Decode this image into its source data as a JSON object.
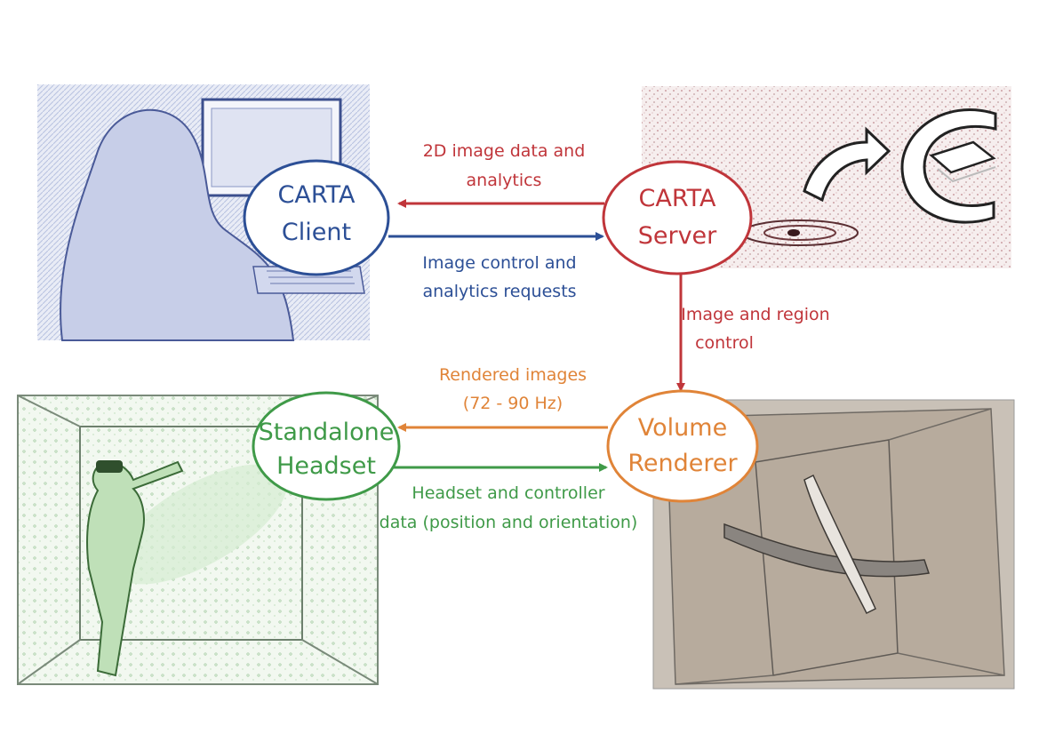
{
  "colors": {
    "client": "#2c4f96",
    "server": "#c0353a",
    "headset": "#3f9a48",
    "renderer": "#e08438"
  },
  "nodes": {
    "client": {
      "line1": "CARTA",
      "line2": "Client"
    },
    "server": {
      "line1": "CARTA",
      "line2": "Server"
    },
    "headset": {
      "line1": "Standalone",
      "line2": "Headset"
    },
    "renderer": {
      "line1": "Volume",
      "line2": "Renderer"
    }
  },
  "edges": {
    "server_to_client": {
      "line1": "2D image data and",
      "line2": "analytics"
    },
    "client_to_server": {
      "line1": "Image control and",
      "line2": "analytics requests"
    },
    "server_to_renderer": {
      "line1": "Image and region",
      "line2": "control"
    },
    "renderer_to_headset": {
      "line1": "Rendered images",
      "line2": "(72 - 90 Hz)"
    },
    "headset_to_renderer": {
      "line1": "Headset and controller",
      "line2": "data (position and orientation)"
    }
  },
  "images": {
    "client_photo": "person-at-computer-sketch",
    "server_image": "galaxy-sketch-with-carta-logo",
    "headset_photo": "person-with-vr-headset-in-cube",
    "renderer_image": "volume-rendered-cube"
  }
}
